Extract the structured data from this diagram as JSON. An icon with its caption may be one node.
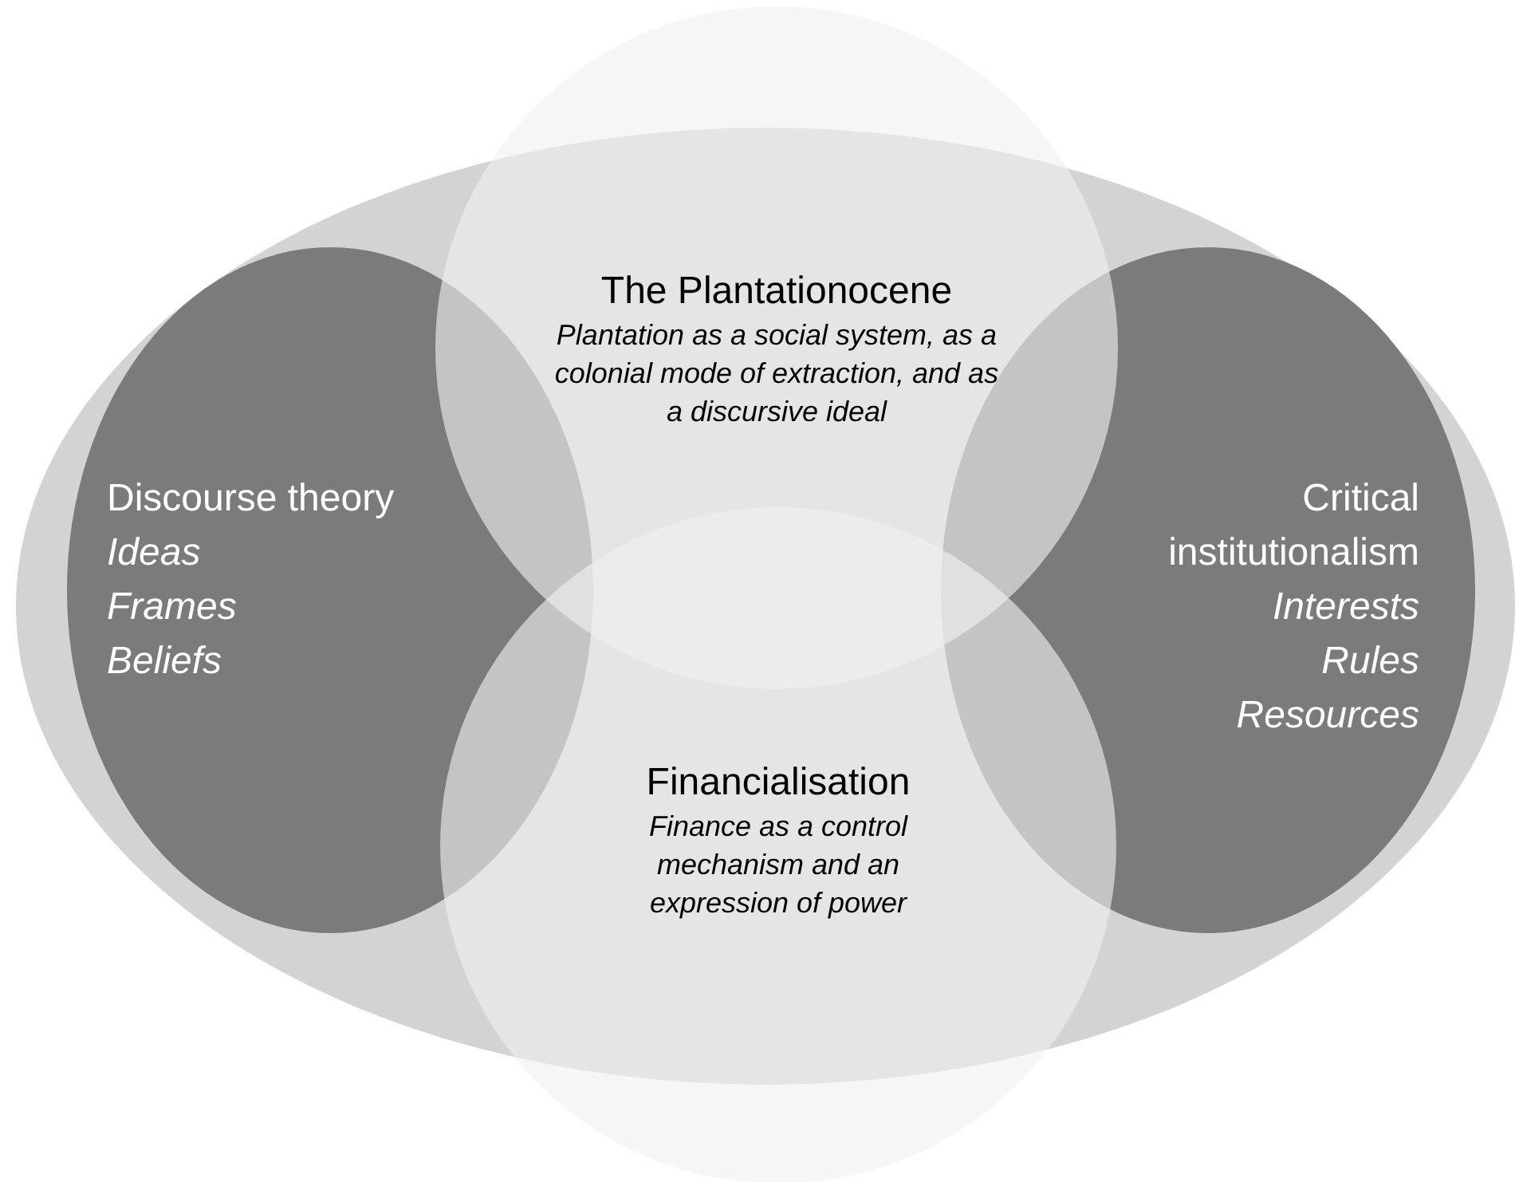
{
  "diagram": {
    "nodes": [
      {
        "text": [],
        "shape": "ellipse"
      },
      {
        "text": [
          "The Plantationocene",
          "Plantation as a social system, as a colonial mode of extraction, and as a discursive ideal"
        ]
      },
      {
        "text": [
          "Discourse theory",
          "Ideas",
          "Frames",
          "Beliefs"
        ],
        "in": 0
      },
      {
        "text": [
          "Critical institutionalism",
          "Interests",
          "Rules",
          "Resources"
        ],
        "in": 0
      },
      {
        "text": [
          "Financialisation",
          "Finance as a control mechanism and an expression of power"
        ]
      }
    ],
    "edges": []
  }
}
